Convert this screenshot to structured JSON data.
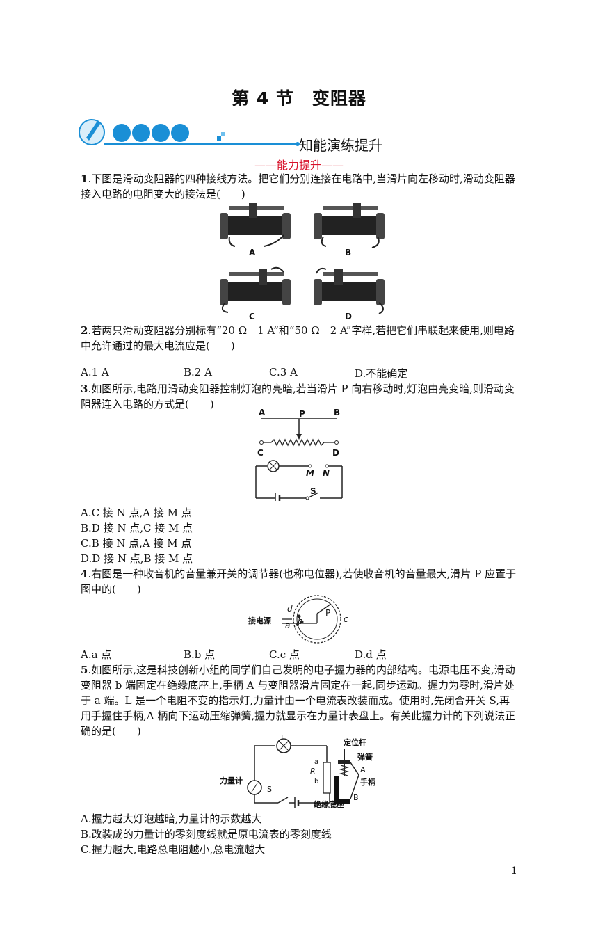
{
  "title": "第 4 节　变阻器",
  "section_head": "知能演练提升",
  "sub_head": "——能力提升——",
  "questions": {
    "q1": {
      "num": "1",
      "text": ".下图是滑动变阻器的四种接线方法。把它们分别连接在电路中,当滑片向左移动时,滑动变阻器接入电路的电阻变大的接法是(　　)",
      "fig_labels": [
        "A",
        "B",
        "C",
        "D"
      ]
    },
    "q2": {
      "num": "2",
      "text": ".若两只滑动变阻器分别标有“20 Ω　1 A”和“50 Ω　2 A”字样,若把它们串联起来使用,则电路中允许通过的最大电流应是(　　)",
      "options": [
        "A.1 A",
        "B.2 A",
        "C.3 A",
        "D.不能确定"
      ]
    },
    "q3": {
      "num": "3",
      "text": ".如图所示,电路用滑动变阻器控制灯泡的亮暗,若当滑片 P 向右移动时,灯泡由亮变暗,则滑动变阻器连入电路的方式是(　　)",
      "fig_labels": {
        "A": "A",
        "P": "P",
        "B": "B",
        "C": "C",
        "D": "D",
        "M": "M",
        "N": "N",
        "S": "S"
      },
      "options": [
        "A.C 接 N 点,A 接 M 点",
        "B.D 接 N 点,C 接 M 点",
        "C.B 接 N 点,A 接 M 点",
        "D.D 接 N 点,B 接 M 点"
      ]
    },
    "q4": {
      "num": "4",
      "text": ".右图是一种收音机的音量兼开关的调节器(也称电位器),若使收音机的音量最大,滑片 P 应置于图中的(　　)",
      "fig_labels": {
        "source": "接电源",
        "a": "a",
        "b": "b",
        "c": "c",
        "d": "d",
        "P": "P"
      },
      "options": [
        "A.a 点",
        "B.b 点",
        "C.c 点",
        "D.d 点"
      ]
    },
    "q5": {
      "num": "5",
      "text": ".如图所示,这是科技创新小组的同学们自己发明的电子握力器的内部结构。电源电压不变,滑动变阻器 b 端固定在绝缘底座上,手柄 A 与变阻器滑片固定在一起,同步运动。握力为零时,滑片处于 a 端。L 是一个电阻不变的指示灯,力量计由一个电流表改装而成。使用时,先闭合开关 S,再用手握住手柄,A 柄向下运动压缩弹簧,握力就显示在力量计表盘上。有关此握力计的下列说法正确的是(　　)",
      "fig_labels": {
        "L": "L",
        "rod": "定位杆",
        "spring": "弹簧",
        "A": "A",
        "handle": "手柄",
        "meter": "力量计",
        "R": "R",
        "a": "a",
        "b": "b",
        "S": "S",
        "base": "绝缘底座",
        "B": "B"
      },
      "options": [
        "A.握力越大灯泡越暗,力量计的示数越大",
        "B.改装成的力量计的零刻度线就是原电流表的零刻度线",
        "C.握力越大,电路总电阻越小,总电流越大"
      ]
    }
  },
  "page_number": "1",
  "colors": {
    "accent_blue": "#1a8fd6",
    "accent_red": "#d8132b"
  }
}
